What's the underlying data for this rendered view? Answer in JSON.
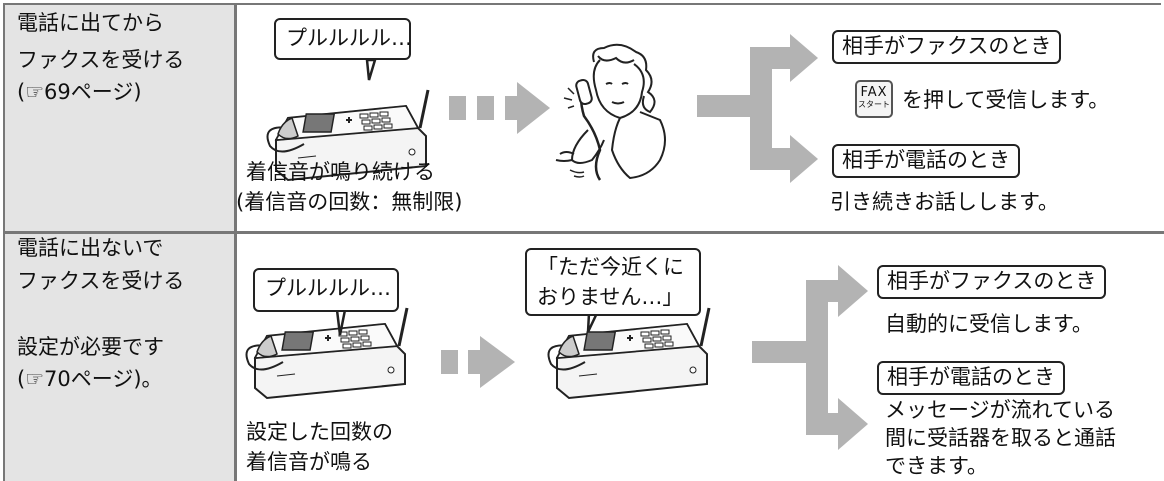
{
  "row1": {
    "left_lines": [
      "電話に出てから",
      "ファクスを受ける",
      "(☞69ページ)"
    ],
    "ring_bubble": "プルルルル…",
    "ring_caption_1": "着信音が鳴り続ける",
    "ring_caption_2": "(着信音の回数：無制限)",
    "fax_label": "相手がファクスのとき",
    "fax_key_text": "FAX",
    "fax_key_sub": "スタート",
    "fax_action": "を押して受信します。",
    "phone_label": "相手が電話のとき",
    "phone_action": "引き続きお話しします。"
  },
  "row2": {
    "left_lines": [
      "電話に出ないで",
      "ファクスを受ける",
      "",
      "設定が必要です",
      "(☞70ページ)。"
    ],
    "ring_bubble": "プルルルル…",
    "message_bubble_1": "「ただ今近くに",
    "message_bubble_2": "おりません…」",
    "ring_caption_1": "設定した回数の",
    "ring_caption_2": "着信音が鳴る",
    "fax_label": "相手がファクスのとき",
    "fax_action": "自動的に受信します。",
    "phone_label": "相手が電話のとき",
    "phone_action_1": "メッセージが流れている",
    "phone_action_2": "間に受話器を取ると通話",
    "phone_action_3": "できます。"
  },
  "colors": {
    "cell_gray": "#e4e4e4",
    "arrow_gray": "#b3b3b3",
    "rule": "#777777"
  },
  "icons": [
    "fax-machine-icon",
    "woman-on-phone-icon",
    "arrow-right-icon",
    "fax-start-key-icon"
  ]
}
